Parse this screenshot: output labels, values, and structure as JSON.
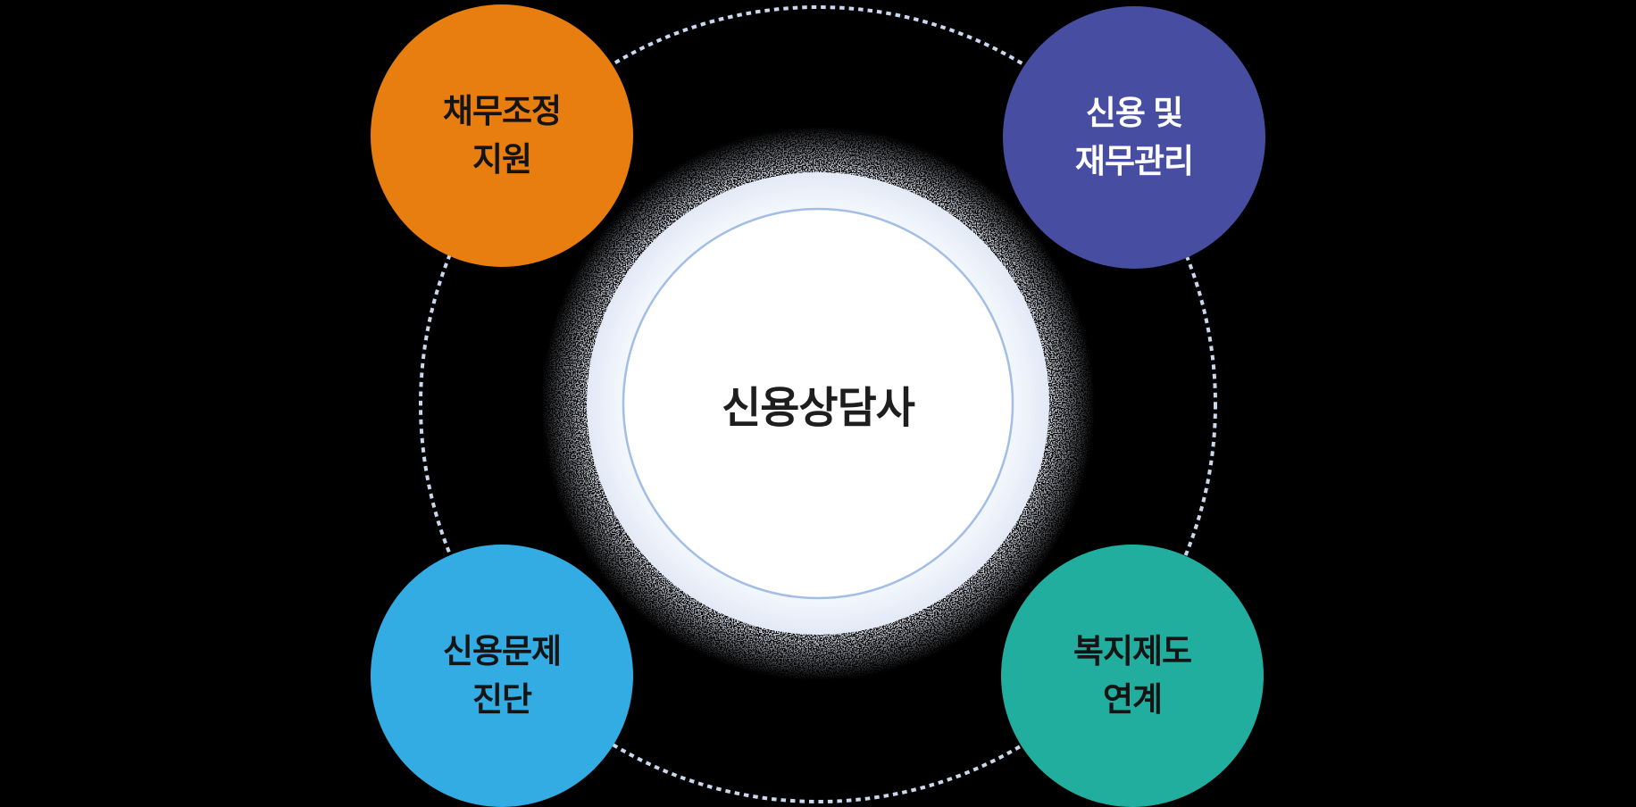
{
  "background_color": "#000000",
  "center_circle": {
    "label": "신용상담사",
    "text_color": "#1E1E1E",
    "inner_fill": "#FFFFFF",
    "inner_border_color": "#A3BEE6",
    "ring_inner_color": "#F3F7FD",
    "ring_outer_color": "#E2E9F6",
    "glow_color": "#E7EDF9"
  },
  "orbit": {
    "dash_color": "#C9D8EC"
  },
  "satellites": [
    {
      "name": "debt-adjustment-support",
      "lines": [
        "채무조정",
        "지원"
      ],
      "fill": "#E87E0F",
      "text_color": "#141414",
      "position": "top-left"
    },
    {
      "name": "credit-and-financial-management",
      "lines": [
        "신용 및",
        "재무관리"
      ],
      "fill": "#474EA2",
      "text_color": "#FFFFFF",
      "position": "top-right"
    },
    {
      "name": "credit-problem-diagnosis",
      "lines": [
        "신용문제",
        "진단"
      ],
      "fill": "#33ACE4",
      "text_color": "#141414",
      "position": "bottom-left"
    },
    {
      "name": "welfare-system-linkage",
      "lines": [
        "복지제도",
        "연계"
      ],
      "fill": "#22AE9E",
      "text_color": "#141414",
      "position": "bottom-right"
    }
  ]
}
